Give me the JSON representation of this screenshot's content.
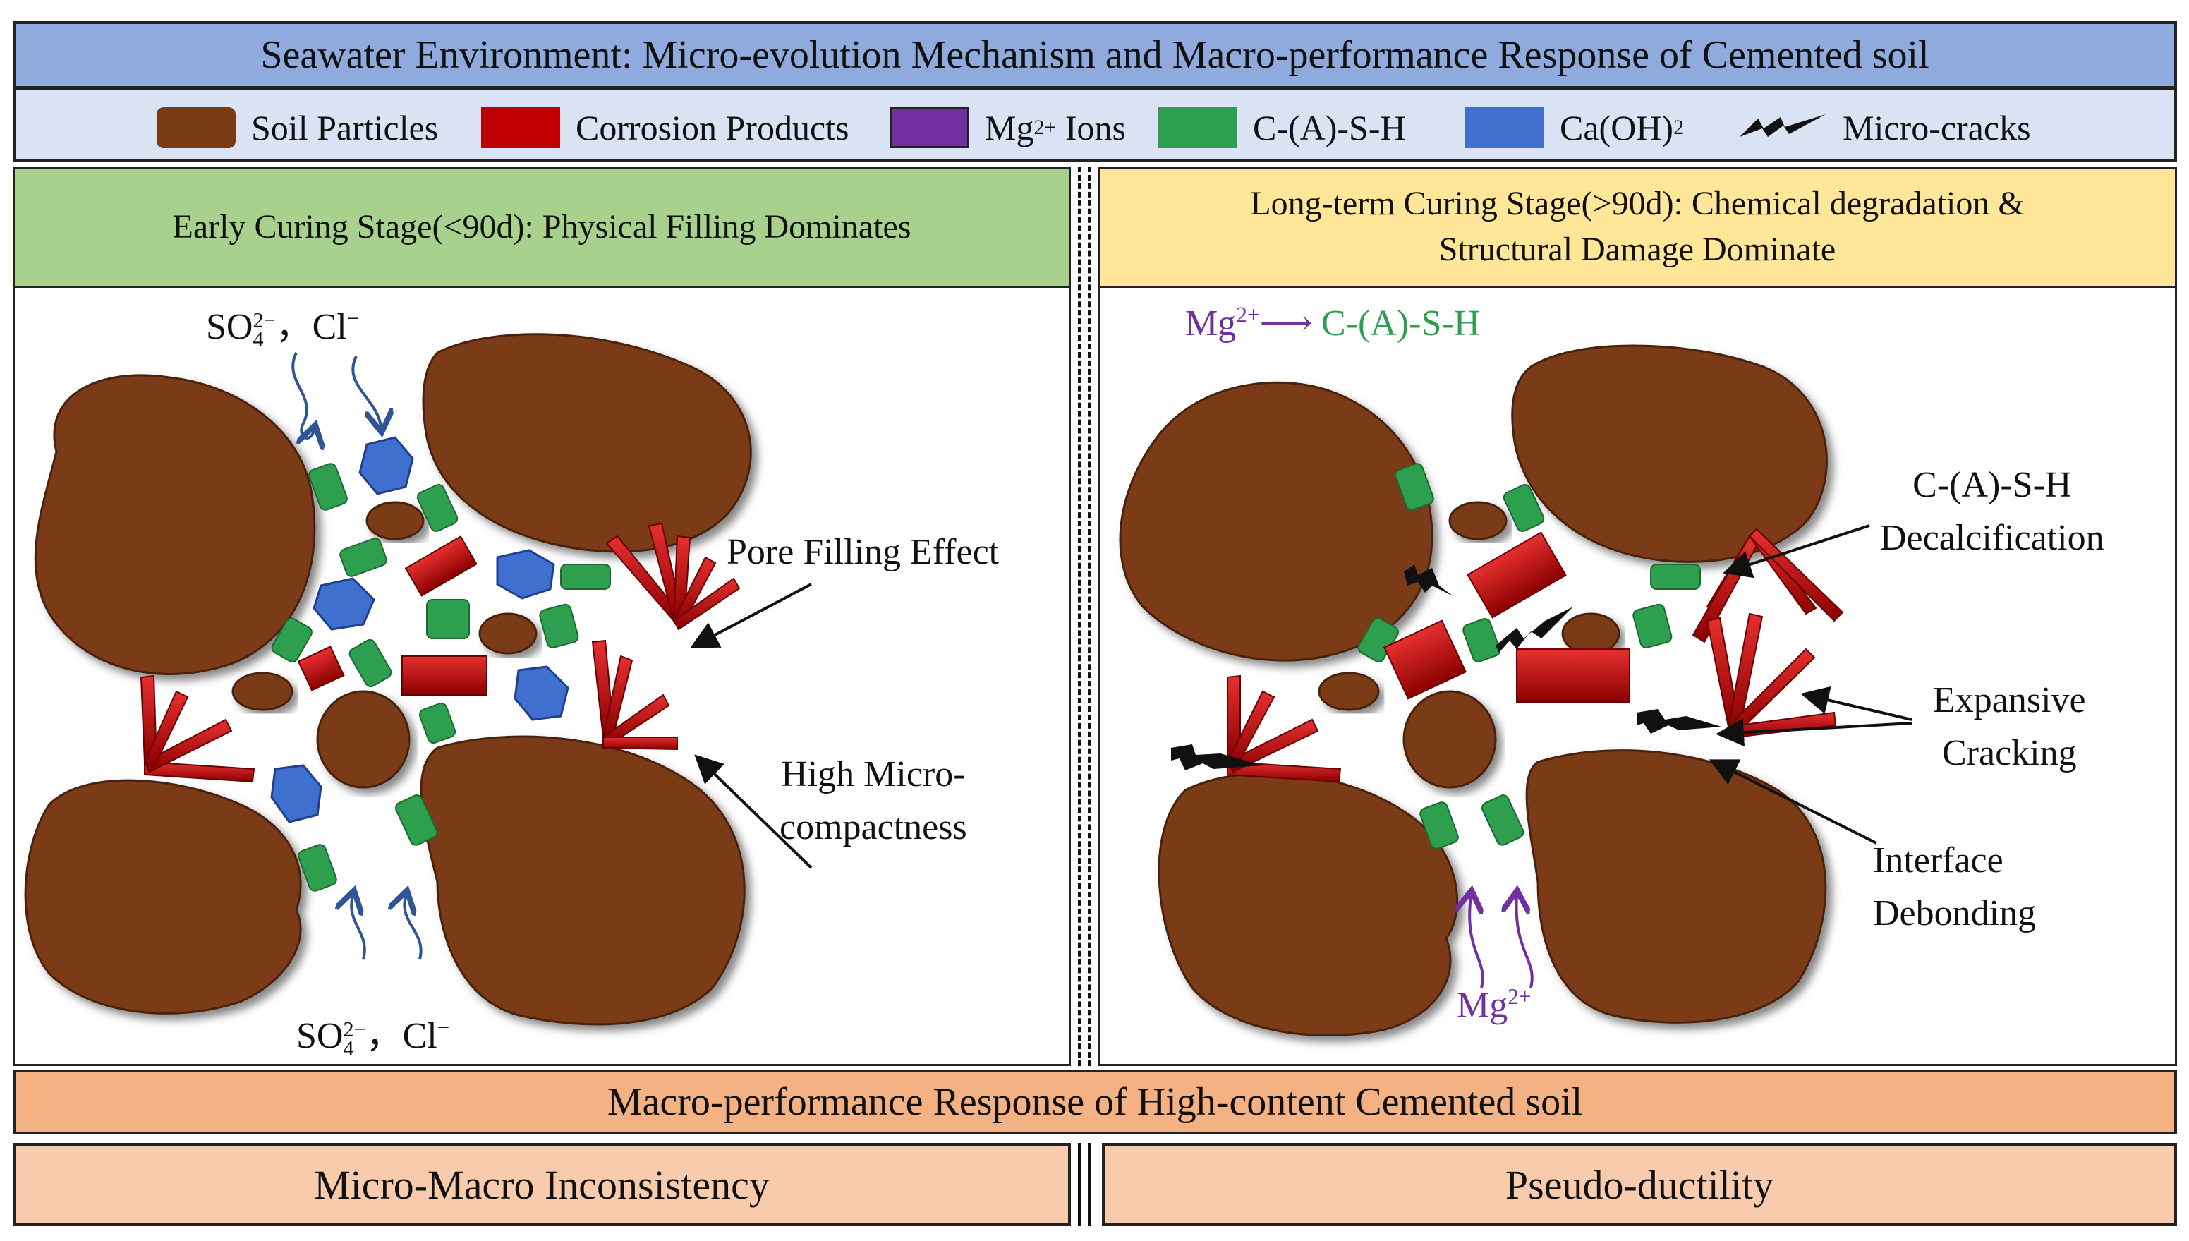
{
  "title": "Seawater Environment: Micro-evolution Mechanism and Macro-performance Response of Cemented soil",
  "legend": [
    {
      "label": "Soil Particles",
      "color": "#7a3b14"
    },
    {
      "label": "Corrosion Products",
      "color": "#c00000"
    },
    {
      "label": "Mg",
      "sup": "2+",
      "label_after": "Ions",
      "color": "#7030a0"
    },
    {
      "label": "C-(A)-S-H",
      "color": "#2e9e4f"
    },
    {
      "label": "Ca(OH)",
      "sub": "2",
      "color": "#3f6fcf"
    },
    {
      "label": "Micro-cracks",
      "icon": "micro-crack-icon"
    }
  ],
  "left_panel": {
    "heading": "Early Curing Stage(<90d): Physical Filling Dominates",
    "heading_color": "#a9d18e",
    "ions_top": {
      "base": "SO",
      "sub": "4",
      "sup": "2−",
      "rest": "，Cl",
      "rest_sup": "−"
    },
    "ions_bottom": {
      "base": "SO",
      "sub": "4",
      "sup": "2−",
      "rest": "，Cl",
      "rest_sup": "−"
    },
    "label_pore": "Pore Filling Effect",
    "label_compact_1": "High Micro-",
    "label_compact_2": "compactness"
  },
  "right_panel": {
    "heading_line1": "Long-term Curing Stage(>90d): Chemical degradation &",
    "heading_line2": "Structural Damage Dominate",
    "heading_color": "#ffe699",
    "reaction": {
      "ion": "Mg",
      "sup": "2+",
      "arrow": "⟶",
      "product": "C-(A)-S-H"
    },
    "ion_bottom": {
      "base": "Mg",
      "sup": "2+"
    },
    "label_decal_1": "C-(A)-S-H",
    "label_decal_2": "Decalcification",
    "label_exp_1": "Expansive",
    "label_exp_2": "Cracking",
    "label_int_1": "Interface",
    "label_int_2": "Debonding"
  },
  "macro": {
    "title": "Macro-performance Response of High-content Cemented soil",
    "left": "Micro-Macro Inconsistency",
    "right": "Pseudo-ductility"
  },
  "colors": {
    "soil": "#7a3b14",
    "corrosion": "#c00000",
    "mg_ion": "#7030a0",
    "csh": "#2e9e4f",
    "caoh": "#3f6fcf",
    "sulfate_arrow": "#2f5597"
  }
}
